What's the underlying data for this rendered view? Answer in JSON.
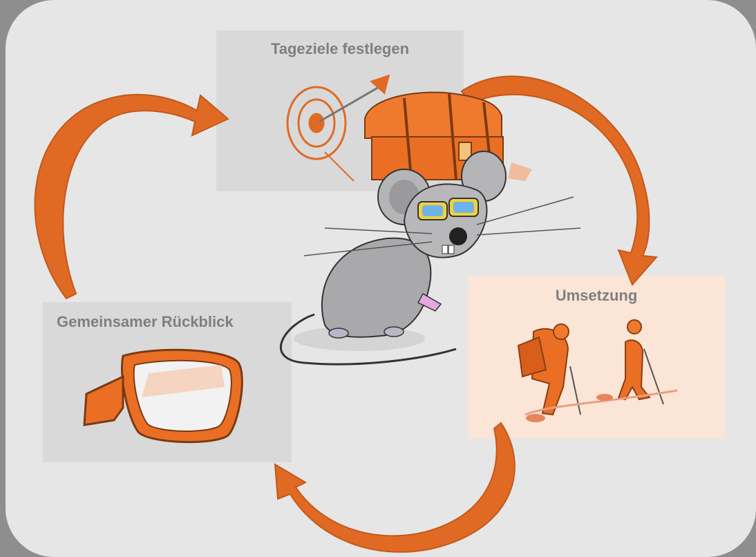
{
  "diagram": {
    "type": "cycle",
    "steps": [
      {
        "id": "goals",
        "label": "Tageziele festlegen"
      },
      {
        "id": "implement",
        "label": "Umsetzung"
      },
      {
        "id": "review",
        "label": "Gemeinsamer Rückblick"
      }
    ],
    "colors": {
      "arrow": "#e06a24",
      "arrow_dark": "#c4581a",
      "box_grey": "#d9d9d9",
      "box_peach": "#fbe5d6",
      "label": "#7f7f7f",
      "background": "#e6e6e6"
    },
    "illustrations": [
      "target-dart-icon",
      "treasure-chest-icon",
      "mouse-mascot-icon",
      "hikers-icon",
      "car-mirror-icon"
    ]
  }
}
